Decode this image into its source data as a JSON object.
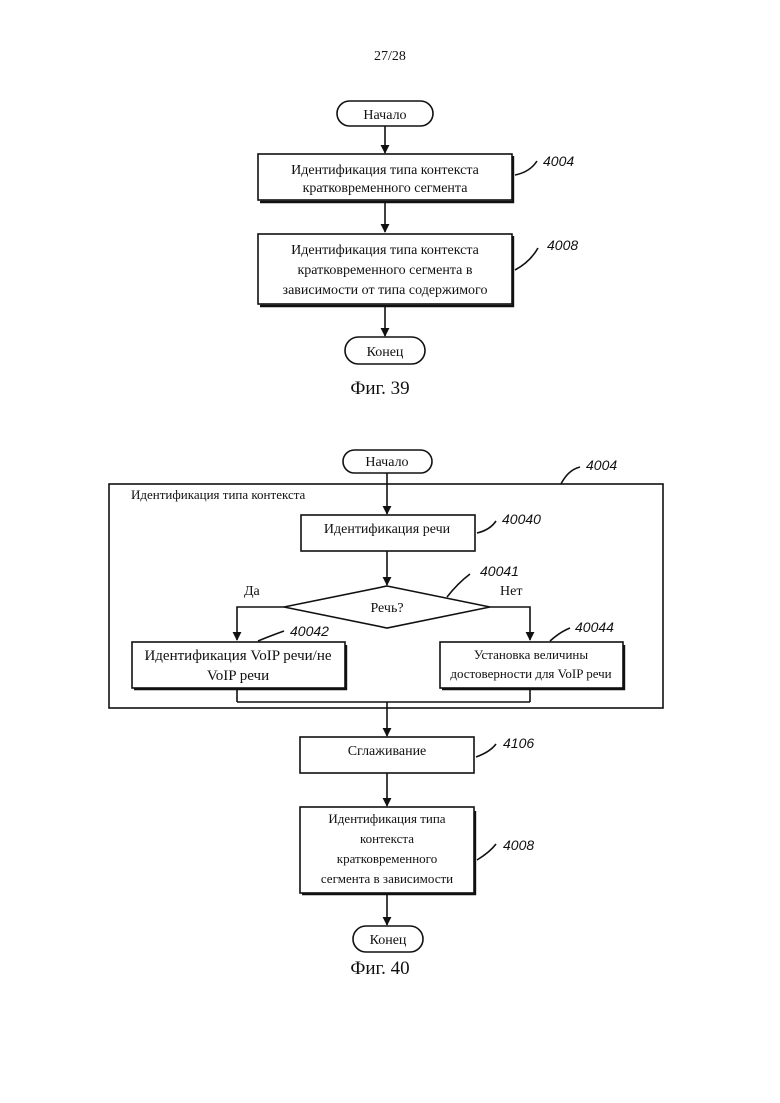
{
  "page_number": "27/28",
  "fig39": {
    "start": "Начало",
    "step1": [
      "Идентификация типа контекста",
      "кратковременного сегмента"
    ],
    "step1_ref": "4004",
    "step2": [
      "Идентификация типа контекста",
      "кратковременного сегмента в",
      "зависимости от типа содержимого"
    ],
    "step2_ref": "4008",
    "end": "Конец",
    "caption": "Фиг. 39"
  },
  "fig40": {
    "start": "Начало",
    "group_label": "Идентификация типа контекста",
    "group_ref": "4004",
    "speech_id": "Идентификация речи",
    "speech_id_ref": "40040",
    "decision": "Речь?",
    "decision_ref": "40041",
    "yes": "Да",
    "no": "Нет",
    "voip_box": [
      "Идентификация VoIP речи/не",
      "VoIP речи"
    ],
    "voip_ref": "40042",
    "confidence_box": [
      "Установка величины",
      "достоверности для VoIP речи"
    ],
    "confidence_ref": "40044",
    "smoothing": "Сглаживание",
    "smoothing_ref": "4106",
    "final_box": [
      "Идентификация типа",
      "контекста",
      "кратковременного",
      "сегмента в зависимости"
    ],
    "final_ref": "4008",
    "end": "Конец",
    "caption": "Фиг. 40"
  }
}
